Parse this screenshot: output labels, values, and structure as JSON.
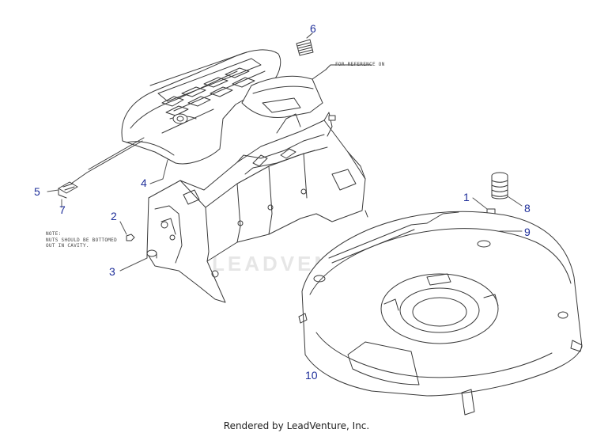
{
  "callouts": {
    "c1": "1",
    "c2": "2",
    "c3": "3",
    "c4": "4",
    "c5": "5",
    "c6": "6",
    "c7": "7",
    "c8": "8",
    "c9": "9",
    "c10": "10"
  },
  "notes": {
    "line1": "NOTE:",
    "line2": "NUTS SHOULD BE BOTTOMED",
    "line3": "OUT IN CAVITY."
  },
  "reference_label": "FOR REFERENCE ON",
  "watermark": "LEADVENTURE",
  "footer": "Rendered by LeadVenture, Inc.",
  "colors": {
    "callout": "#1f2f9a",
    "line": "#3a3a3a",
    "fill": "#ffffff"
  }
}
